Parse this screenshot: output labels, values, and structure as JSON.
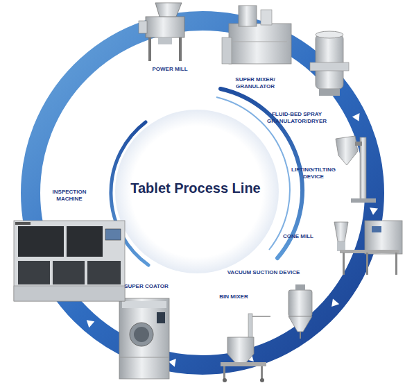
{
  "diagram": {
    "title": "Tablet Process Line",
    "labels": [
      "POWER MILL",
      "SUPER MIXER/ GRANULATOR",
      "FLUID-BED SPRAY GRANULATOR/DRYER",
      "LIFTING/TILTING DEVICE",
      "CONE MILL",
      "VACUUM SUCTION DEVICE",
      "BIN MIXER",
      "SUPER COATOR",
      "INSPECTION MACHINE"
    ]
  }
}
